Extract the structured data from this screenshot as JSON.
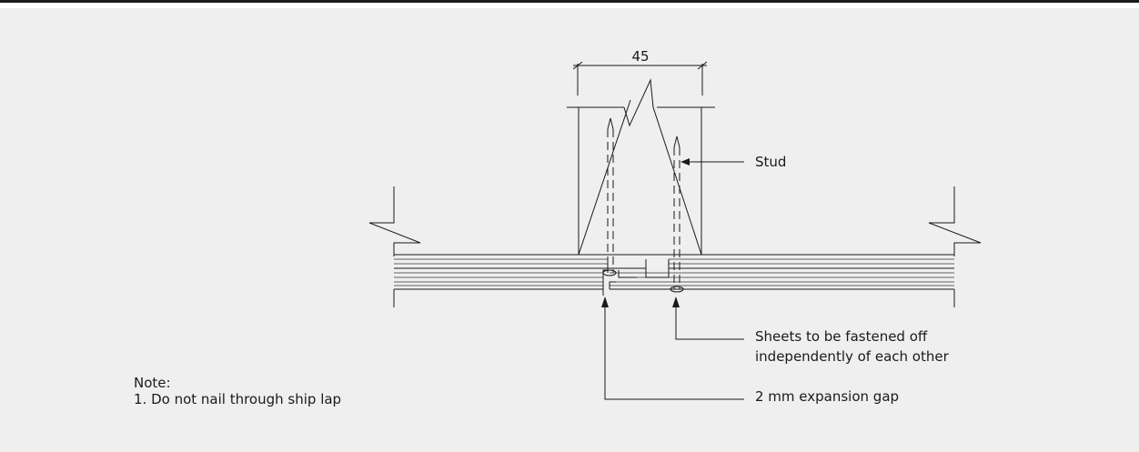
{
  "dimension": {
    "value": "45"
  },
  "labels": {
    "stud": "Stud",
    "sheets_line1": "Sheets to be fastened off",
    "sheets_line2": "independently of each other",
    "gap": "2 mm expansion gap"
  },
  "note": {
    "heading": "Note:",
    "item1": "1. Do not nail through ship lap"
  },
  "colors": {
    "line": "#1a1a1a",
    "panel": "#efefef",
    "rule": "#1a1a1a"
  }
}
